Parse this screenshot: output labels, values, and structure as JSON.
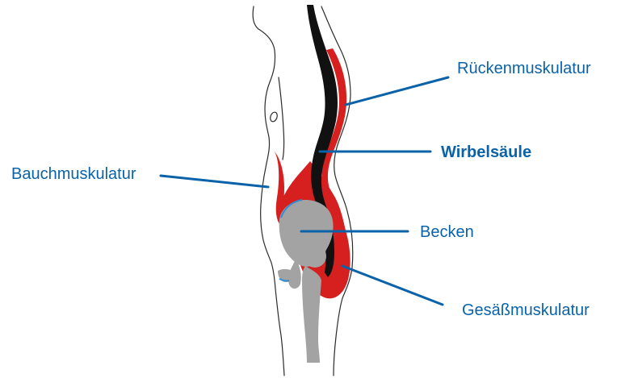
{
  "colors": {
    "line": "#0a62a8",
    "label": "#0a62a8",
    "muscle": "#d62020",
    "spine": "#111111",
    "bone": "#a3a3a3",
    "outline": "#2b2b2b",
    "background": "#ffffff"
  },
  "labels": {
    "back_muscles": "Rückenmuskulatur",
    "spine": "Wirbelsäule",
    "abdominal_muscles": "Bauchmuskulatur",
    "pelvis": "Becken",
    "gluteal_muscles": "Gesäßmuskulatur"
  },
  "emphasis": {
    "spine": "bold"
  }
}
